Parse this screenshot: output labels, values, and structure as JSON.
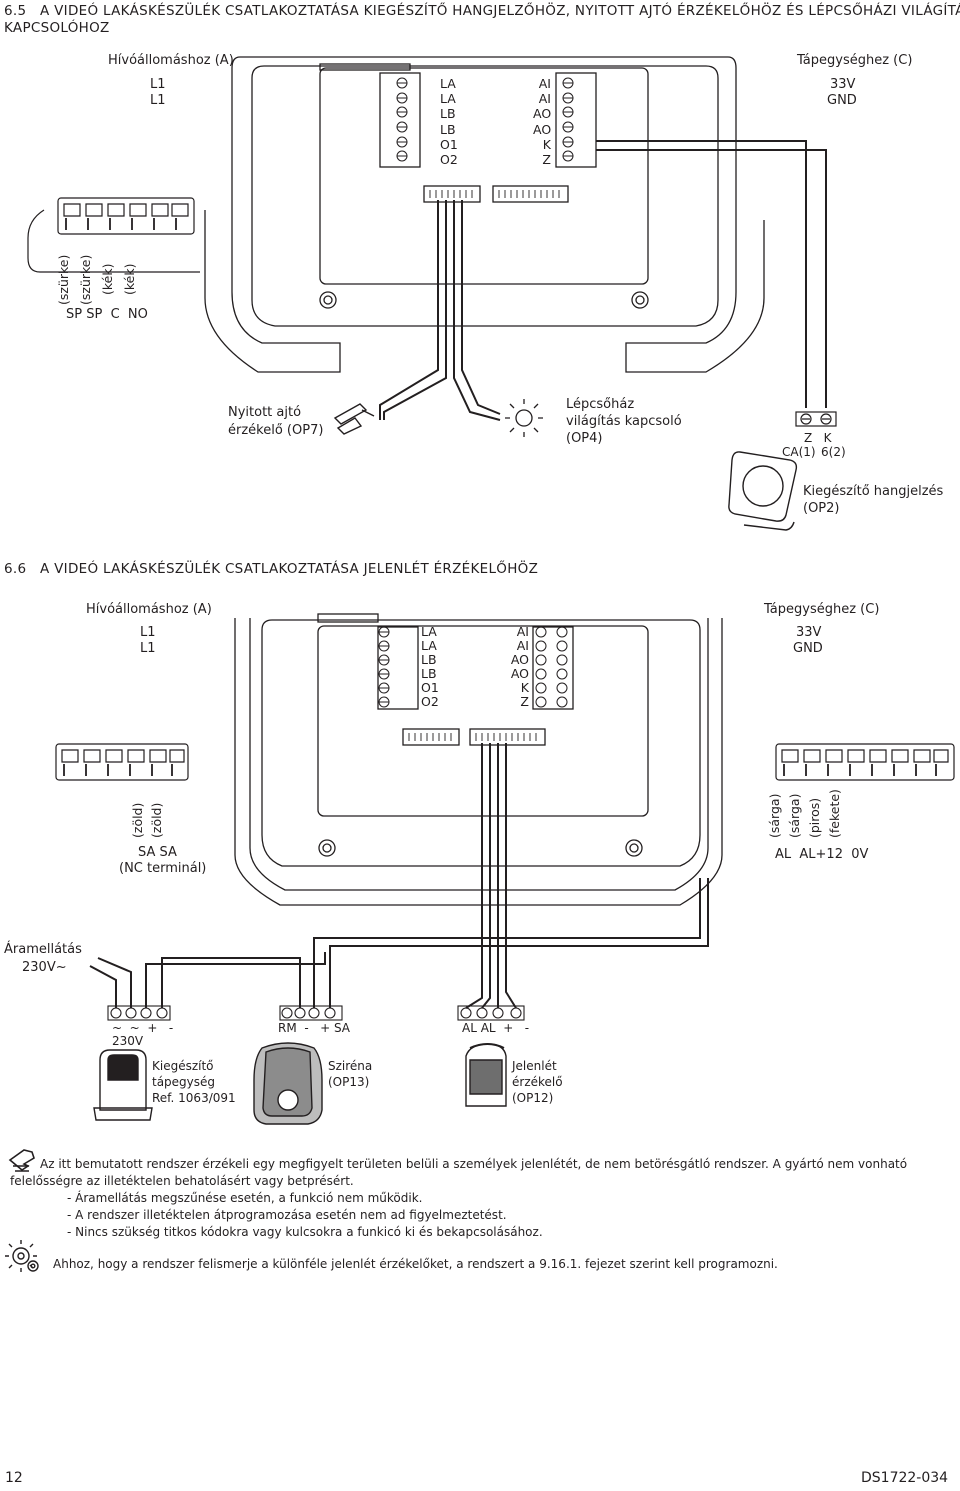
{
  "sec65": {
    "num": "6.5",
    "title1": "A VIDEÓ LAKÁSKÉSZÜLÉK CSATLAKOZTATÁSA KIEGÉSZÍTŐ HANGJELZŐHÖZ, NYITOTT AJTÓ ÉRZÉKELŐHÖZ ÉS LÉPCSŐHÁZI VILÁGÍTÁS",
    "title2": "KAPCSOLÓHOZ",
    "call_station": "Hívóállomáshoz (A)",
    "power_unit": "Tápegységhez (C)",
    "l1a": "L1",
    "l1b": "L1",
    "v33": "33V",
    "gnd": "GND",
    "left_terminals": [
      "LA",
      "LA",
      "LB",
      "LB",
      "O1",
      "O2"
    ],
    "right_terminals": [
      "AI",
      "AI",
      "AO",
      "AO",
      "K",
      "Z"
    ],
    "wires": [
      "(szürke)",
      "(szürke)",
      "(kék)",
      "(kék)"
    ],
    "wire_ends": "SP SP  C  NO",
    "door_sensor1": "Nyitott ajtó",
    "door_sensor2": "érzékelő (OP7)",
    "stair1": "Lépcsőház",
    "stair2": "világítás kapcsoló",
    "stair3": "(OP4)",
    "zk": "Z   K",
    "ca1": "CA(1)",
    "k62": "6(2)",
    "chime1": "Kiegészítő hangjelzés",
    "chime2": "(OP2)"
  },
  "sec66": {
    "num": "6.6",
    "title": "A VIDEÓ LAKÁSKÉSZÜLÉK CSATLAKOZTATÁSA JELENLÉT ÉRZÉKELŐHÖZ",
    "call_station": "Hívóállomáshoz (A)",
    "power_unit": "Tápegységhez (C)",
    "l1a": "L1",
    "l1b": "L1",
    "v33": "33V",
    "gnd": "GND",
    "left_terminals": [
      "LA",
      "LA",
      "LB",
      "LB",
      "O1",
      "O2"
    ],
    "right_terminals": [
      "AI",
      "AI",
      "AO",
      "AO",
      "K",
      "Z"
    ],
    "wires_left": [
      "(zöld)",
      "(zöld)"
    ],
    "sa_ends": "SA SA",
    "nc": "(NC terminál)",
    "wires_right": [
      "(sárga)",
      "(sárga)",
      "(piros)",
      "(fekete)"
    ],
    "right_ends": "AL  AL+12  0V",
    "mains": "Áramellátás",
    "v230": "230V~",
    "psu_terms": "~  ~  +   -",
    "psu_230": "230V",
    "psu1": "Kiegészítő",
    "psu2": "tápegység",
    "psu3": "Ref. 1063/091",
    "siren_terms": "RM  -   + SA",
    "siren1": "Sziréna",
    "siren2": "(OP13)",
    "pir_terms": "AL AL  +   -",
    "pir1": "Jelenlét",
    "pir2": "érzékelő",
    "pir3": "(OP12)"
  },
  "notes": {
    "n1": "Az itt bemutatott rendszer érzékeli egy megfigyelt területen belüli a személyek jelenlétét, de nem betörésgátló rendszer. A gyártó nem vonható",
    "n2": "felelősségre az illetéktelen behatolásért vagy betprésért.",
    "b1": "- Áramellátás megszűnése esetén, a funkció nem működik.",
    "b2": "- A rendszer illetéktelen átprogramozása esetén nem ad figyelmeztetést.",
    "b3": "- Nincs szükség titkos kódokra vagy kulcsokra a funkicó ki és bekapcsolásához.",
    "prog": "Ahhoz, hogy a rendszer felismerje a különféle jelenlét érzékelőket, a rendszert a 9.16.1. fejezet szerint kell programozni."
  },
  "footer": {
    "page": "12",
    "doc": "DS1722-034"
  },
  "icons": [
    "info-hand-icon",
    "settings-gear-icon",
    "door-sensor-icon",
    "stair-light-switch-icon",
    "chime-icon",
    "power-supply-icon",
    "siren-icon",
    "presence-sensor-icon"
  ]
}
